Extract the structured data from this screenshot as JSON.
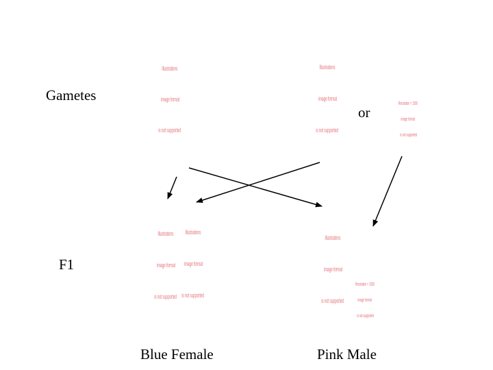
{
  "labels": {
    "gametes": "Gametes",
    "or": "or",
    "f1": "F1",
    "blue_female": "Blue Female",
    "pink_male": "Pink Male"
  },
  "broken_image_text": {
    "lines_a": [
      "Illustrations",
      "image format",
      "is not supported"
    ],
    "lines_b": [
      "Illustrations",
      "image format",
      "is not supported"
    ],
    "lines_c": [
      "Resolution > 1500",
      "image format",
      "is not supported"
    ]
  },
  "colors": {
    "placeholder_text": "#e77d86",
    "arrow": "#000000"
  }
}
